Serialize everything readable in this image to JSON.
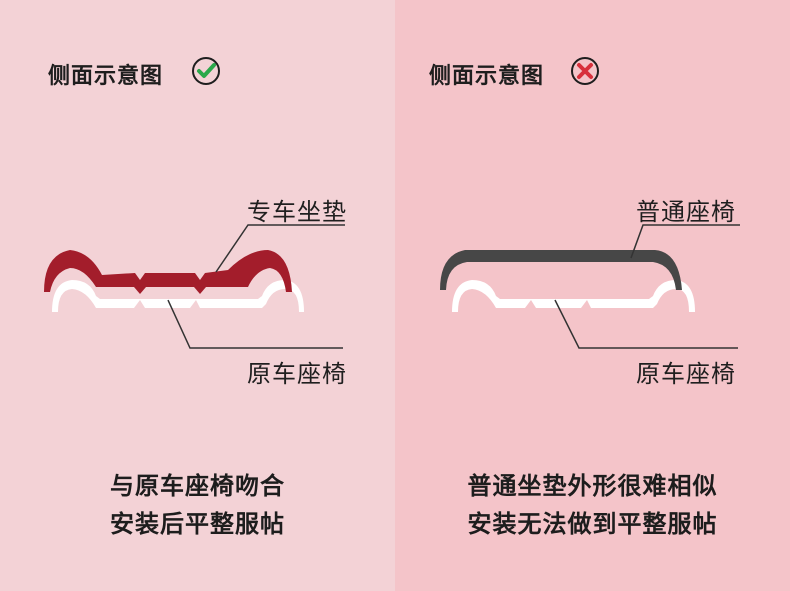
{
  "left": {
    "title": "侧面示意图",
    "status_icon": "check-circle-icon",
    "top_label": "专车坐垫",
    "bottom_label": "原车座椅",
    "caption_line1": "与原车座椅吻合",
    "caption_line2": "安装后平整服帖",
    "cushion_color": "#a31d2b"
  },
  "right": {
    "title": "侧面示意图",
    "status_icon": "cross-circle-icon",
    "top_label": "普通座椅",
    "bottom_label": "原车座椅",
    "caption_line1": "普通坐垫外形很难相似",
    "caption_line2": "安装无法做到平整服帖",
    "cushion_color": "#474747"
  },
  "colors": {
    "left_bg": "#f3d2d6",
    "right_bg": "#f4c4c9",
    "check": "#2aa84a",
    "cross": "#d8303c"
  }
}
